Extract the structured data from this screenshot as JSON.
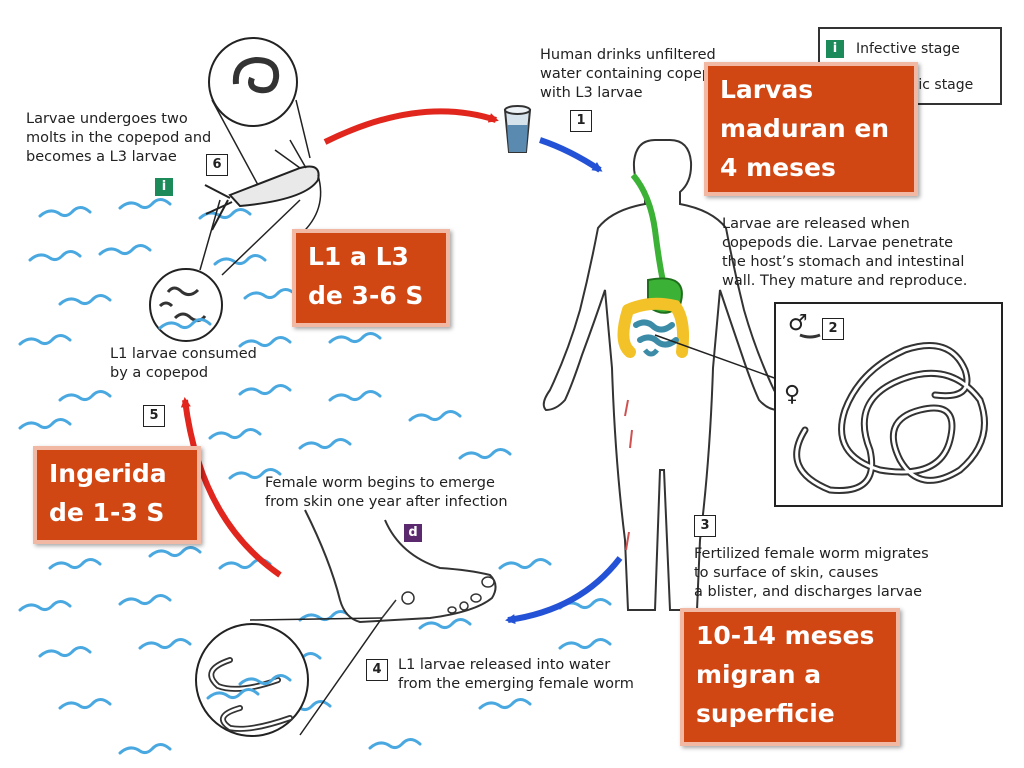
{
  "steps": {
    "s1": {
      "num": "1",
      "text": "Human drinks unfiltered\nwater containing copepods\nwith L3 larvae"
    },
    "s2": {
      "num": "2",
      "text": "Larvae are released when\ncopepods die. Larvae penetrate\nthe host’s stomach and intestinal\nwall. They mature and reproduce."
    },
    "s3": {
      "num": "3",
      "text": "Fertilized female worm migrates\nto surface of skin, causes\na blister, and discharges larvae"
    },
    "s4": {
      "num": "4",
      "text": "L1 larvae released into water\nfrom the emerging female worm"
    },
    "s5": {
      "num": "5",
      "text": "L1 larvae consumed\nby a copepod"
    },
    "s6": {
      "num": "6",
      "text": "Larvae undergoes two\nmolts in the copepod and\nbecomes a L3 larvae"
    },
    "emerge": {
      "text": "Female worm begins to emerge\nfrom skin one year after infection"
    }
  },
  "legend": {
    "infective": {
      "symbol": "i",
      "label": "Infective stage",
      "color": "#1d8a5a"
    },
    "diagnostic": {
      "symbol": "d",
      "label": "Diagnostic stage",
      "color": "#5b2a6e"
    }
  },
  "badges": {
    "i": "i",
    "d": "d"
  },
  "sex": {
    "male": "♂",
    "female": "♀"
  },
  "callouts": {
    "maduran": "Larvas\nmaduran en\n4 meses",
    "l1l3": "L1 a L3\nde 3-6 S",
    "ingerida": "Ingerida\nde 1-3 S",
    "migran": "10-14 meses\nmigran a\nsuperficie"
  },
  "colors": {
    "arrow_red": "#e0261d",
    "arrow_blue": "#2352d6",
    "water": "#4aa8e0",
    "callout_bg": "#d04714",
    "gut_green": "#3bb135",
    "gut_yellow": "#f3c229",
    "gut_blue": "#3c8ca8"
  }
}
